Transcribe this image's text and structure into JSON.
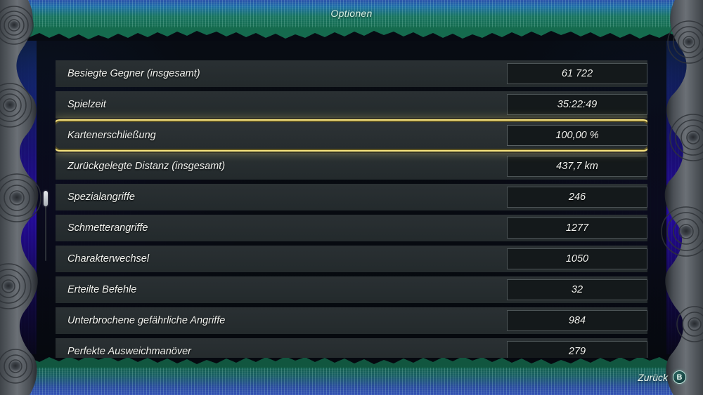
{
  "header": {
    "title": "Optionen"
  },
  "stats": {
    "rows": [
      {
        "label": "Besiegte Gegner (insgesamt)",
        "value": "61 722",
        "selected": false
      },
      {
        "label": "Spielzeit",
        "value": "35:22:49",
        "selected": false
      },
      {
        "label": "Kartenerschließung",
        "value": "100,00 %",
        "selected": true
      },
      {
        "label": "Zurückgelegte Distanz (insgesamt)",
        "value": "437,7 km",
        "selected": false
      },
      {
        "label": "Spezialangriffe",
        "value": "246",
        "selected": false
      },
      {
        "label": "Schmetterangriffe",
        "value": "1277",
        "selected": false
      },
      {
        "label": "Charakterwechsel",
        "value": "1050",
        "selected": false
      },
      {
        "label": "Erteilte Befehle",
        "value": "32",
        "selected": false
      },
      {
        "label": "Unterbrochene gefährliche Angriffe",
        "value": "984",
        "selected": false
      },
      {
        "label": "Perfekte Ausweichmanöver",
        "value": "279",
        "selected": false
      }
    ]
  },
  "footer": {
    "back_label": "Zurück",
    "back_button_glyph": "B"
  },
  "colors": {
    "highlight": "#f6e27e",
    "row_background": "#262c2e",
    "value_background": "#14191b",
    "text": "#f2f3ef",
    "banner_green": "#156b4e",
    "banner_blue": "#2a4fa8",
    "glow_purple": "#280aaa"
  },
  "scrollbar": {
    "position": "top"
  }
}
